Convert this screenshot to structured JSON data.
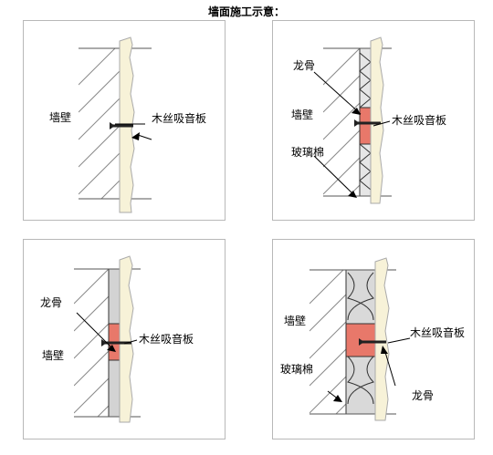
{
  "title": "墙面施工示意：",
  "panels": [
    {
      "labels": {
        "wall": "墙壁",
        "board": "木丝吸音板"
      }
    },
    {
      "labels": {
        "keel": "龙骨",
        "wall": "墙壁",
        "board": "木丝吸音板",
        "glasswool": "玻璃棉"
      }
    },
    {
      "labels": {
        "keel": "龙骨",
        "wall": "墙壁",
        "board": "木丝吸音板"
      }
    },
    {
      "labels": {
        "wall": "墙壁",
        "board": "木丝吸音板",
        "glasswool": "玻璃棉",
        "keel": "龙骨"
      }
    }
  ],
  "colors": {
    "panel_border": "#b8b8b8",
    "hatch": "#8a8a8a",
    "board_fill": "#f7f2d8",
    "keel_fill": "#e8786a",
    "glasswool_fill": "#d9d9d9",
    "cavity_fill": "#d3d3d3",
    "fastener": "#222222"
  }
}
